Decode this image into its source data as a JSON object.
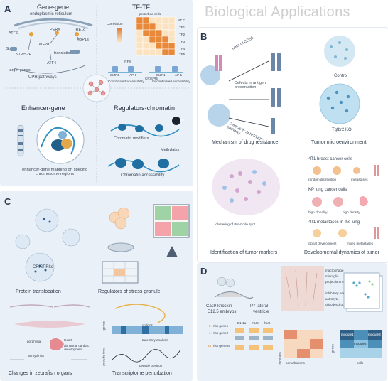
{
  "page_title": "Biological Applications",
  "panel_a": {
    "letter": "A",
    "gene_gene": {
      "title": "Gene-gene",
      "subtitle": "endoplasmic reticulum",
      "atf6": "ATF6",
      "perk": "PERK",
      "ire1a": "IRE1α",
      "golgi": "Golgi",
      "s1p": "S1P/S2P",
      "eif2a": "eIF2α",
      "translation": "translation",
      "xbp1s": "XBP1s",
      "atf4": "ATF4",
      "target_genes": "target genes",
      "upr": "UPR pathways"
    },
    "tf_tf": {
      "title": "TF-TF",
      "perturbed": "perturbed cells",
      "correlation": "Correlation",
      "ntc": "NT C",
      "tfs": [
        "TF1",
        "TF2",
        "TF3",
        "TF4",
        "TF5"
      ],
      "irf8": "IRF8",
      "ikzf1": "IKZF1",
      "ap1": "AP-1",
      "crispri": "CRISPRi",
      "coord": "Coordinated accessibility",
      "uncoord": "Uncoordinated accessibility"
    },
    "enhancer": {
      "title": "Enhancer-gene",
      "caption": "enhancer-gene mapping on specific chromosome regions"
    },
    "chromatin": {
      "title": "Regulators-chromatin",
      "modifiers": "Chromatin modifiers",
      "me": "Me",
      "methylation": "Methylation",
      "accessibility": "Chromatin accessibility"
    }
  },
  "panel_b": {
    "letter": "B",
    "loss_cd58": "Loss of CD58",
    "defects_antigen": "Defects in antigen presentation",
    "defects_jak": "Defects in JAK/STAT pathway",
    "mechanism": "Mechanism of drug resistance",
    "control": "Control",
    "tgfbr2": "Tgfbr2 KO",
    "tme": "Tumor microenvironment",
    "clustering": ":clustering of Pro-Code spot",
    "markers": "Identification of tumor markers",
    "breast": "4T1 breast cancer cells",
    "random": "random distribution",
    "metastases": "metastases",
    "kp_lung": "KP lung cancer cells",
    "high_clon": "high clonality",
    "high_dens": "high density",
    "met_lung": "4T1 metastases in the lung",
    "clonal": "clonal development",
    "mixed": "mixed metastases",
    "developmental": "Developmental dynamics of tumor"
  },
  "panel_c": {
    "letter": "C",
    "crispr": "CRISPRko",
    "protein": "Protein translocation",
    "stress": "Regulators of stress granule",
    "zebrafish": "Changes in zebrafish organs",
    "porphyria": "porphyria",
    "heart": "Heart",
    "abnormal": "abnormal cardiac development",
    "arrhythmia": "arrhythmia",
    "codons": "codons",
    "genes": "genes",
    "trajectory": "trajectory analysis",
    "peptide": "peptide position",
    "pseudo": "pseudo-time",
    "transcriptome": "Transcriptome perturbation"
  },
  "panel_d": {
    "letter": "D",
    "cas9": "Cas9-knockin",
    "embryos": "E12.5 embryos",
    "p7": "P7 lateral",
    "ventricle": "ventricle",
    "cell_types": [
      "macrophage",
      "microglia",
      "projection neuron",
      "inhibitory neuron",
      "astrocyte",
      "oligodendrocyte"
    ],
    "risk": [
      "risk gene1",
      "risk gene2",
      "risk gene35"
    ],
    "risk_nums": [
      "0",
      "1",
      "34"
    ],
    "module_hdr": [
      "E1-1a",
      "mU6",
      "hU6"
    ],
    "genes": "genes",
    "modules": "modules",
    "perturbations": "perturbations",
    "cells": "cells",
    "module_labels": [
      "module1",
      "module2",
      "module3"
    ]
  },
  "colors": {
    "panel_bg": "#eaf0f7",
    "heat_high": "#e8893a",
    "heat_low": "#fbe3c2",
    "dna": "#2f8fc0",
    "cell": "#a9c9e6",
    "orange": "#f0a24a"
  }
}
